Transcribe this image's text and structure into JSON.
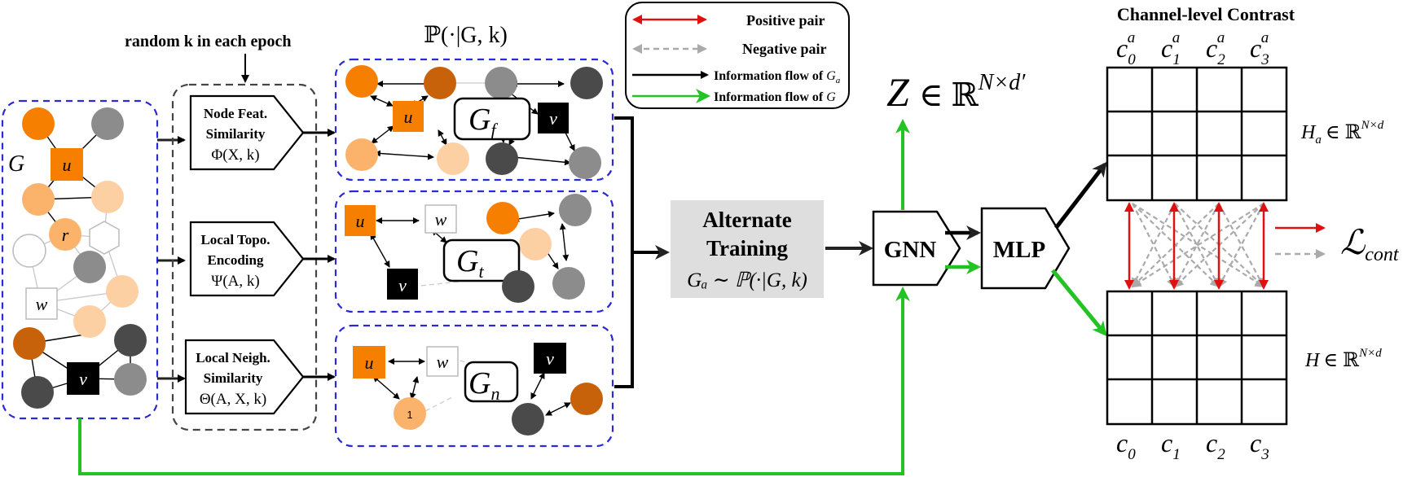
{
  "colors": {
    "orange": "#f77f00",
    "dark_orange": "#c8620a",
    "light_orange": "#fbb36b",
    "pale_orange": "#fdd0a4",
    "gray": "#8c8c8c",
    "dark_gray": "#4a4a4a",
    "positive": "#e01010",
    "negative": "#aaaaaa",
    "flow_ga": "#000000",
    "flow_g": "#22c322",
    "dashed_box": "#2a2ad6"
  },
  "legend": {
    "positive": "Positive pair",
    "negative": "Negative pair",
    "flow_ga_text": "Information flow of ",
    "flow_ga_sym": "G",
    "flow_ga_sub": "a",
    "flow_g_text": "Information flow of ",
    "flow_g_sym": "G"
  },
  "input_graph": {
    "label": "G",
    "node_u": "u",
    "node_r": "r",
    "node_w": "w",
    "node_v": "v"
  },
  "random_k": "random k in each epoch",
  "ops": {
    "feat": {
      "line1": "Node Feat.",
      "line2": "Similarity",
      "formula": "Φ(X, k)"
    },
    "topo": {
      "line1": "Local Topo.",
      "line2": "Encoding",
      "formula": "Ψ(A, k)"
    },
    "neigh": {
      "line1": "Local Neigh.",
      "line2": "Similarity",
      "formula": "Θ(A, X, k)"
    }
  },
  "prob_label": "ℙ(·|G, k)",
  "views": {
    "gf": {
      "sym": "G",
      "sub": "f"
    },
    "gt": {
      "sym": "G",
      "sub": "t"
    },
    "gn": {
      "sym": "G",
      "sub": "n"
    },
    "node_u": "u",
    "node_v": "v",
    "node_w": "w",
    "node_1": "1"
  },
  "alternate": {
    "line1": "Alternate",
    "line2": "Training",
    "formula": "Gₐ ∼ ℙ(·|G, k)"
  },
  "gnn": "GNN",
  "mlp": "MLP",
  "z_label": {
    "sym": "Z",
    "rel": "∈ ℝ",
    "sup": "N×d′"
  },
  "contrast": {
    "title": "Channel-level Contrast",
    "top_cols": [
      "c",
      "c",
      "c",
      "c"
    ],
    "top_subs": [
      "0",
      "1",
      "2",
      "3"
    ],
    "top_sup": "a",
    "bottom_cols": [
      "c",
      "c",
      "c",
      "c"
    ],
    "bottom_subs": [
      "0",
      "1",
      "2",
      "3"
    ],
    "ha": {
      "sym": "H",
      "sub": "a",
      "rel": "∈ ℝ",
      "sup": "N×d"
    },
    "h": {
      "sym": "H",
      "rel": "∈ ℝ",
      "sup": "N×d"
    },
    "loss": {
      "sym": "ℒ",
      "sub": "cont"
    }
  }
}
